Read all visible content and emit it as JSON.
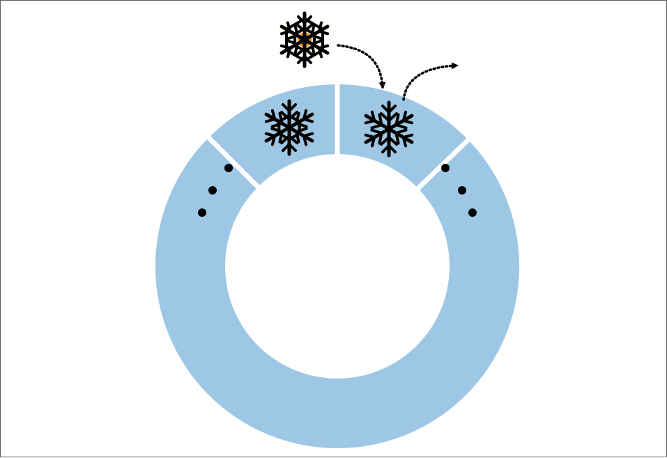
{
  "diagram": {
    "ring": {
      "segment_color": "#9DC7E5",
      "segments": [
        {
          "id": "ring-segment-top-left",
          "content": "snowflake-icon"
        },
        {
          "id": "ring-segment-top-right",
          "content": "snowflake-icon"
        },
        {
          "id": "ring-segment-right",
          "content": "ellipsis"
        },
        {
          "id": "ring-segment-remaining",
          "content": "ellipsis"
        }
      ]
    },
    "incoming_item": {
      "icon": "ornate-snowflake-icon"
    },
    "arrows": [
      {
        "name": "insert-arrow",
        "style": "dotted",
        "from": "incoming-snowflake",
        "to": "ring-segment-top-right"
      },
      {
        "name": "evict-arrow",
        "style": "dotted",
        "from": "ring-segment-top-right",
        "to": "outside"
      }
    ],
    "colors": {
      "icon_fill": "#000000",
      "icon_outline": "#F28C1C",
      "arrow": "#000000",
      "dots": "#000000",
      "gap": "#ffffff"
    }
  }
}
